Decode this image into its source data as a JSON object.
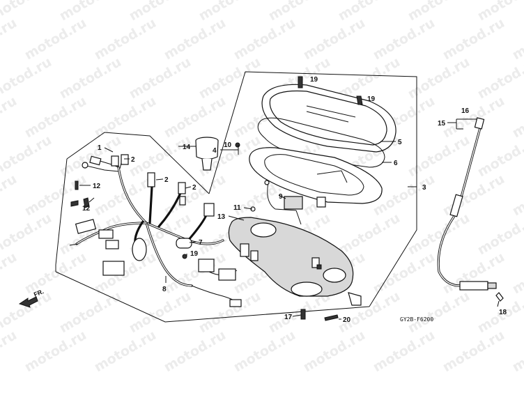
{
  "watermark": "motod.ru",
  "diagram_code": "GY2B-F6200",
  "front_label": "FR.",
  "callouts": [
    {
      "id": "c1",
      "text": "1"
    },
    {
      "id": "c2a",
      "text": "2"
    },
    {
      "id": "c2b",
      "text": "2"
    },
    {
      "id": "c2c",
      "text": "2"
    },
    {
      "id": "c3",
      "text": "3"
    },
    {
      "id": "c4",
      "text": "4"
    },
    {
      "id": "c5",
      "text": "5"
    },
    {
      "id": "c6",
      "text": "6"
    },
    {
      "id": "c7",
      "text": "7"
    },
    {
      "id": "c8",
      "text": "8"
    },
    {
      "id": "c9",
      "text": "9"
    },
    {
      "id": "c10",
      "text": "10"
    },
    {
      "id": "c11",
      "text": "11"
    },
    {
      "id": "c12a",
      "text": "12"
    },
    {
      "id": "c12b",
      "text": "12"
    },
    {
      "id": "c13",
      "text": "13"
    },
    {
      "id": "c14",
      "text": "14"
    },
    {
      "id": "c15",
      "text": "15"
    },
    {
      "id": "c16",
      "text": "16"
    },
    {
      "id": "c17",
      "text": "17"
    },
    {
      "id": "c18",
      "text": "18"
    },
    {
      "id": "c19a",
      "text": "19"
    },
    {
      "id": "c19b",
      "text": "19"
    },
    {
      "id": "c19c",
      "text": "19"
    },
    {
      "id": "c20",
      "text": "20"
    }
  ]
}
